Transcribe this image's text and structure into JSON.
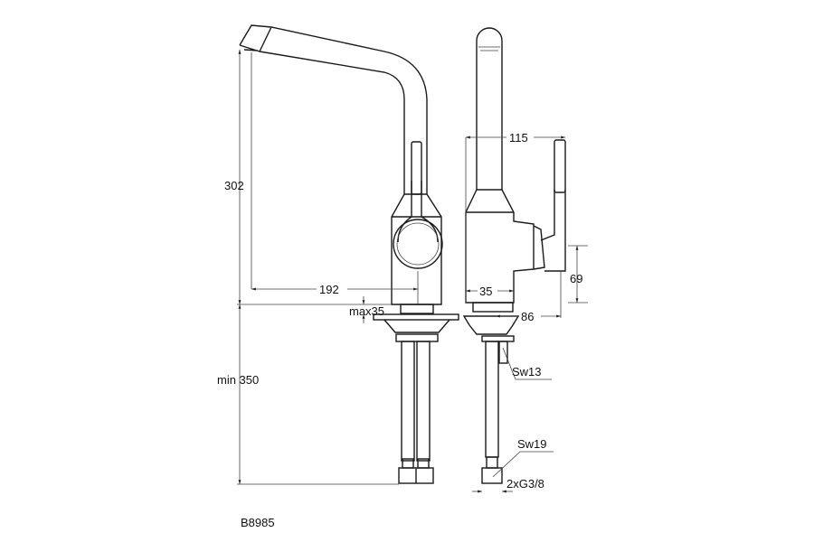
{
  "drawing": {
    "model_code": "B8985",
    "dimensions": {
      "spout_height": "302",
      "spout_reach": "192",
      "max_deck_thickness": "max35",
      "min_hose_length": "min 350",
      "handle_depth": "115",
      "handle_height": "69",
      "body_offset": "35",
      "base_depth": "86"
    },
    "callouts": {
      "wrench_small": "Sw13",
      "wrench_large": "Sw19",
      "connection": "2xG3/8"
    }
  }
}
